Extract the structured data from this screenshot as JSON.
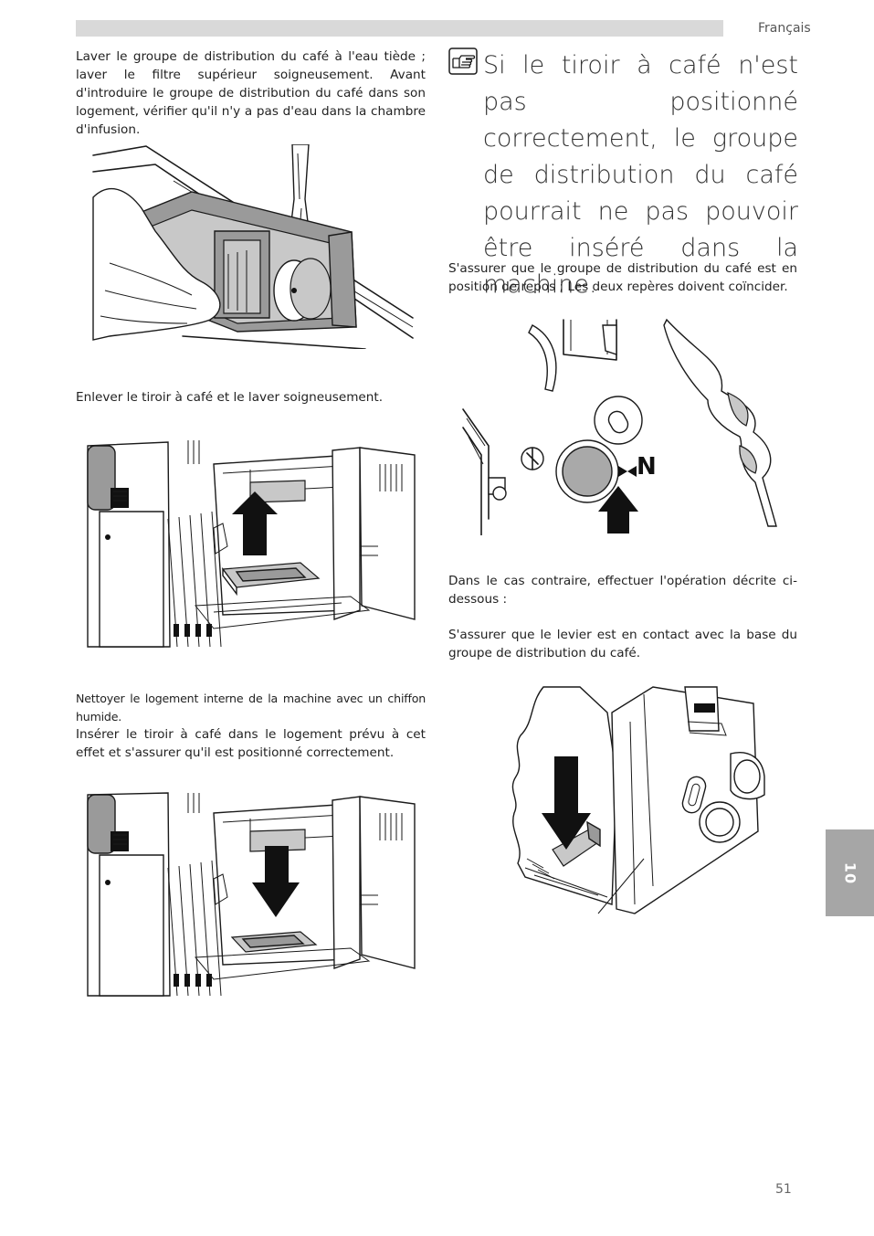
{
  "header": {
    "language": "Français"
  },
  "left_column": {
    "step1": "Laver le groupe de distribution du café à l'eau tiède ; laver le filtre supérieur soigneusement. Avant d'introduire le groupe de distribution du café dans son logement, vérifier qu'il n'y a pas d'eau dans la chambre d'infusion.",
    "step2": "Enlever le tiroir à café et le laver soigneusement.",
    "step3": "Nettoyer le logement interne de la machine avec un chiffon humide.",
    "step4": "Insérer le tiroir à café dans le logement prévu à cet effet et s'assurer qu'il est positionné correctement."
  },
  "right_column": {
    "note": "Si le tiroir à café n'est pas positionné correctement, le groupe de distribution du café pourrait ne pas pouvoir être inséré dans la machine.",
    "step5": "S'assurer que le groupe de distribution du café est en position de repos ; Les deux repères doivent coïncider.",
    "figure_label": "N",
    "step6": "Dans le cas contraire, effectuer l'opération décrite ci-dessous :",
    "step7": "S'assurer que le levier est en contact avec la base du groupe de distribution du café."
  },
  "side_tab": {
    "label": "10"
  },
  "footer": {
    "page_number": "51"
  },
  "icons": {
    "note": "pointing-hand-icon"
  }
}
